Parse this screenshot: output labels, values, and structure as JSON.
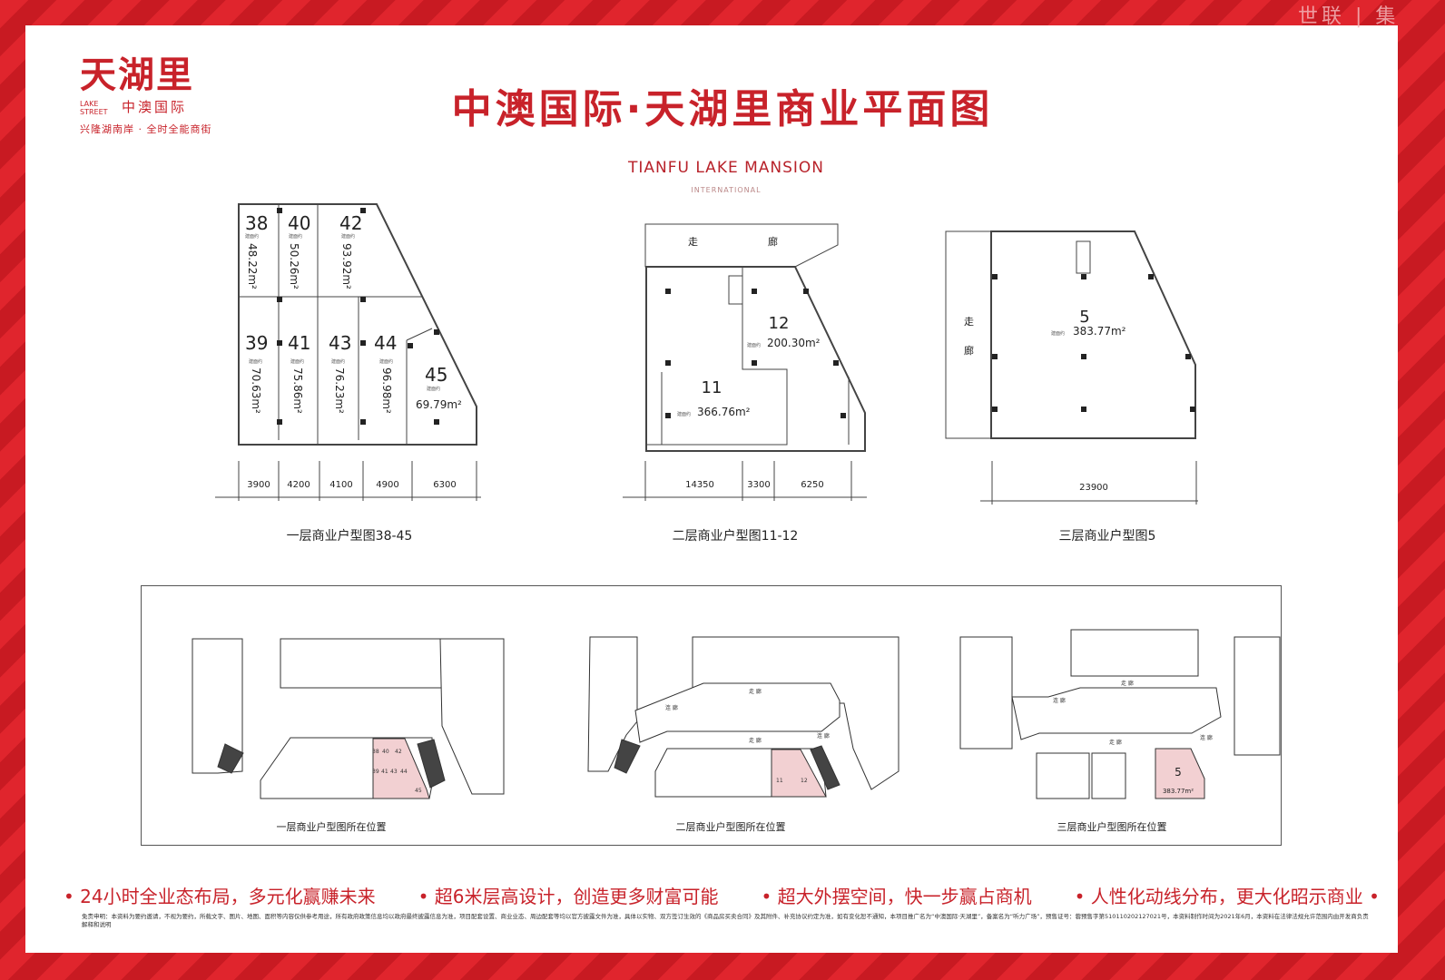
{
  "watermark": "世联 | 集",
  "logo": {
    "main": "天湖里",
    "sub": "中澳国际",
    "en": "LAKE STREET",
    "slogan": "兴隆湖南岸 · 全时全能商街"
  },
  "title": "中澳国际·天湖里商业平面图",
  "brand": {
    "en": "TIANFU LAKE MANSION",
    "sub": "INTERNATIONAL"
  },
  "area_tag": "建面约",
  "plan1": {
    "caption": "一层商业户型图38-45",
    "units": [
      {
        "no": "38",
        "area": "48.22m²"
      },
      {
        "no": "40",
        "area": "50.26m²"
      },
      {
        "no": "42",
        "area": "93.92m²"
      },
      {
        "no": "39",
        "area": "70.63m²"
      },
      {
        "no": "41",
        "area": "75.86m²"
      },
      {
        "no": "43",
        "area": "76.23m²"
      },
      {
        "no": "44",
        "area": "96.98m²"
      },
      {
        "no": "45",
        "area": "69.79m²"
      }
    ],
    "dims": [
      "3900",
      "4200",
      "4100",
      "4900",
      "6300"
    ]
  },
  "plan2": {
    "caption": "二层商业户型图11-12",
    "corridor": [
      "走",
      "廊"
    ],
    "units": [
      {
        "no": "11",
        "area": "366.76m²"
      },
      {
        "no": "12",
        "area": "200.30m²"
      }
    ],
    "dims": [
      "14350",
      "3300",
      "6250"
    ]
  },
  "plan3": {
    "caption": "三层商业户型图5",
    "corridor": [
      "走",
      "廊"
    ],
    "units": [
      {
        "no": "5",
        "area": "383.77m²"
      }
    ],
    "dims": [
      "23900"
    ]
  },
  "locations": {
    "l1": {
      "caption": "一层商业户型图所在位置",
      "units": [
        "38",
        "40",
        "42",
        "39",
        "41",
        "43",
        "44",
        "45"
      ]
    },
    "l2": {
      "caption": "二层商业户型图所在位置",
      "units": [
        "11",
        "12"
      ],
      "labels": [
        "走 廊",
        "连 廊",
        "走 廊",
        "连 廊"
      ]
    },
    "l3": {
      "caption": "三层商业户型图所在位置",
      "unit": "5",
      "area": "383.77m²",
      "labels": [
        "走 廊",
        "连 廊",
        "走 廊",
        "连 廊"
      ]
    }
  },
  "slogans": [
    "• 24小时全业态布局，多元化赢赚未来",
    "• 超6米层高设计，创造更多财富可能",
    "• 超大外摆空间，快一步赢占商机",
    "• 人性化动线分布，更大化昭示商业 •"
  ],
  "disclaimer": "免责申明：本资料为要约邀请，不视为要约，所载文字、图片、地图、面积等内容仅供参考用途，所有政府政策信息均以政府最终披露信息为准，项目配套设置、商业业态、周边配套等均以官方披露文件为准，具体以实物、双方签订生效的《商品房买卖合同》及其附件、补充协议约定为准，如有变化恕不通知，本项目推广名为“中澳国际·天湖里”，备案名为“听力广场”，预售证号：蓉预售字第510110202127021号，本资料制作时间为2021年6月，本资料在法律法规允许范围内由开发商负责解释和说明",
  "colors": {
    "brand": "#c8222a",
    "highlight": "#f2d0d2"
  }
}
